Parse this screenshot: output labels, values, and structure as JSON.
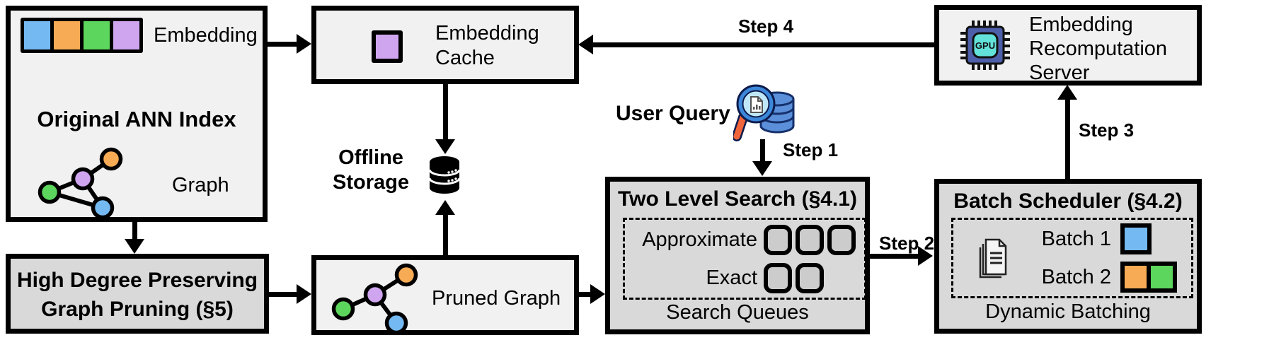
{
  "colors": {
    "blue": "#74b9f2",
    "orange": "#f7ab55",
    "green": "#5cd65c",
    "purple": "#d0a5f0",
    "box-light": "#f1f1f1",
    "box-dark": "#d9d9d9",
    "queue-fill": "#cccccc",
    "line": "#000000",
    "db-blue": "#5b8fd9",
    "db-outline": "#16306b",
    "rim-blue": "#3c87d9",
    "lens-fill": "#bfe7f8",
    "handle-orange": "#f2653a",
    "chip-blue": "#4d5fa8",
    "chip-teal": "#63e2da"
  },
  "ann_index": {
    "embedding_label": "Embedding",
    "title": "Original ANN Index",
    "graph_label": "Graph"
  },
  "pruning": {
    "line1": "High Degree Preserving",
    "line2": "Graph Pruning (§5)"
  },
  "embedding_cache": {
    "line1": "Embedding",
    "line2": "Cache"
  },
  "offline_storage": {
    "line1": "Offline",
    "line2": "Storage"
  },
  "pruned_graph": {
    "label": "Pruned Graph"
  },
  "user_query": {
    "label": "User Query"
  },
  "steps": {
    "s1": "Step 1",
    "s2": "Step 2",
    "s3": "Step 3",
    "s4": "Step 4"
  },
  "two_level_search": {
    "title": "Two Level Search (§4.1)",
    "row1_label": "Approximate",
    "row1_slots": 3,
    "row2_label": "Exact",
    "row2_slots": 2,
    "footer": "Search Queues"
  },
  "batch_scheduler": {
    "title": "Batch Scheduler (§4.2)",
    "row1_label": "Batch 1",
    "row2_label": "Batch 2",
    "footer": "Dynamic Batching"
  },
  "server": {
    "line1": "Embedding",
    "line2": "Recomputation",
    "line3": "Server",
    "gpu_label": "GPU"
  },
  "icons": {
    "ann_graph": "graph-nodes-icon",
    "pruned_graph": "graph-nodes-icon",
    "offline_storage": "database-icon",
    "user_query": "magnifier-database-icon",
    "batch_docs": "documents-icon",
    "server": "gpu-chip-icon"
  }
}
